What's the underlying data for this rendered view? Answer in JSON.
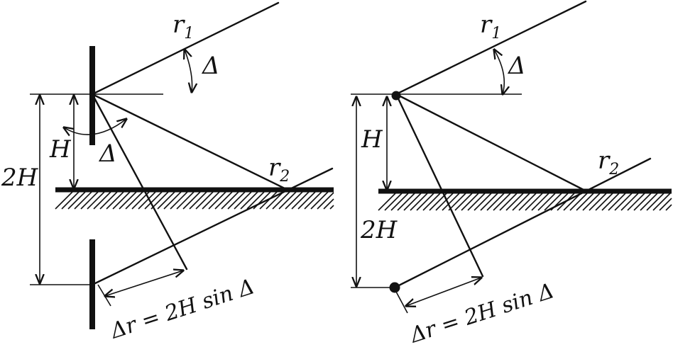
{
  "left_panel": {
    "ray_upper_label": "r",
    "ray_upper_sub": "1",
    "ray_lower_label": "r",
    "ray_lower_sub": "2",
    "angle_label_upper": "Δ",
    "angle_label_lower": "Δ",
    "height_label": "H",
    "double_height_label": "2H",
    "formula": "Δr = 2H sin Δ"
  },
  "right_panel": {
    "ray_upper_label": "r",
    "ray_upper_sub": "1",
    "ray_lower_label": "r",
    "ray_lower_sub": "2",
    "angle_label_upper": "Δ",
    "height_label": "H",
    "double_height_label": "2H",
    "formula": "Δr = 2H sin Δ"
  }
}
